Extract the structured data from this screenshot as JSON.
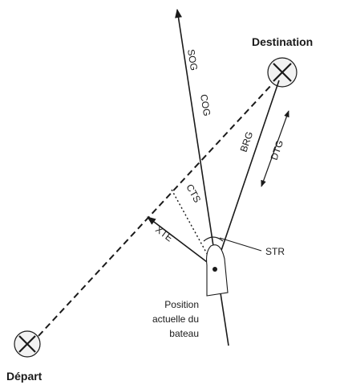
{
  "places": {
    "destination": "Destination",
    "depart": "Départ"
  },
  "vectors": {
    "sog": "SOG",
    "cog": "COG",
    "brg": "BRG",
    "dtg": "DTG",
    "cts": "CTS",
    "xte": "XTE",
    "str": "STR"
  },
  "boat_position": {
    "line1": "Position",
    "line2": "actuelle du",
    "line3": "bateau"
  },
  "icons": {
    "waypoint": "crossed-circle-waypoint-icon",
    "boat": "boat-hull-icon"
  },
  "colors": {
    "ink": "#1a1a1a",
    "background": "#ffffff"
  }
}
